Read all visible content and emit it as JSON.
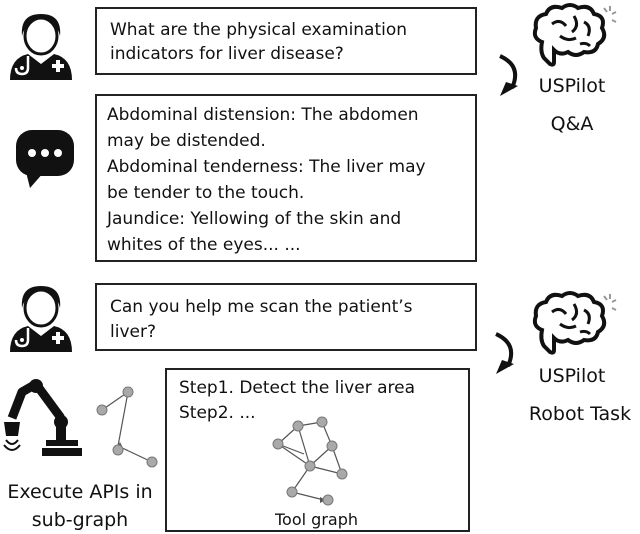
{
  "qa": {
    "question_lines": [
      "What are the physical examination",
      "indicators for liver disease?"
    ],
    "answer_lines": [
      "Abdominal distension: The abdomen",
      "may be distended.",
      "Abdominal tenderness: The liver may",
      "be tender to the touch.",
      "Jaundice: Yellowing of the skin and",
      "whites of the eyes... ..."
    ],
    "agent_name": "USPilot",
    "mode_label": "Q&A"
  },
  "robot": {
    "request_lines": [
      "Can you help me scan the patient’s",
      "liver?"
    ],
    "step_lines": [
      "Step1. Detect the liver area",
      "Step2. ..."
    ],
    "tool_graph_label": "Tool graph",
    "agent_name": "USPilot",
    "mode_label": "Robot Task",
    "execute_lines": [
      "Execute APIs in",
      "sub-graph"
    ]
  },
  "colors": {
    "stroke": "#222222",
    "node_fill": "#a9a9a9",
    "node_stroke": "#777777"
  }
}
